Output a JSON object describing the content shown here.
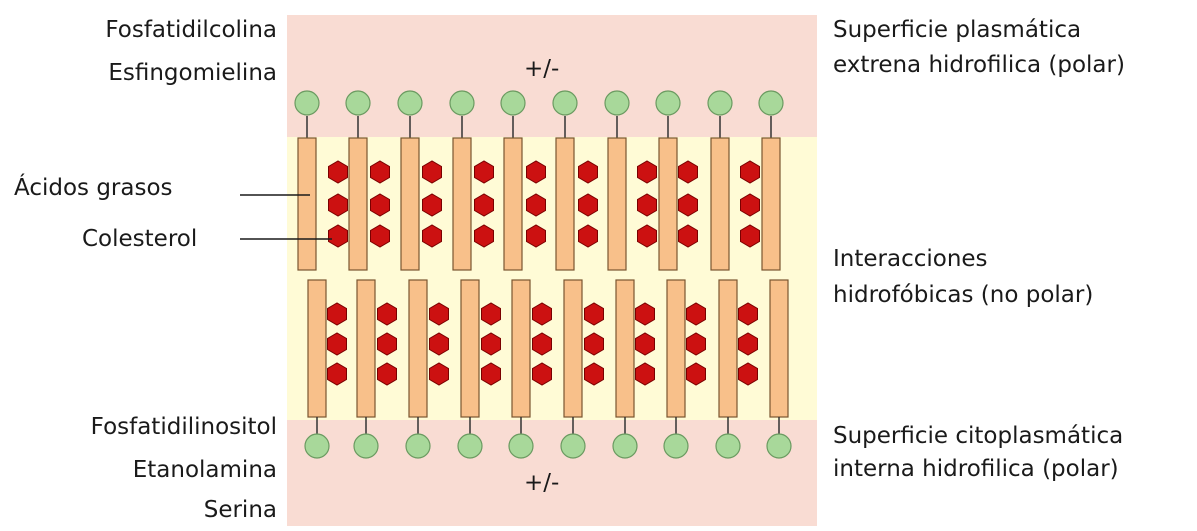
{
  "left_labels": {
    "top_1": "Fosfatidilcolina",
    "top_2": "Esfingomielina",
    "fatty_acids": "Ácidos grasos",
    "cholesterol": "Colesterol",
    "bottom_1": "Fosfatidilinositol",
    "bottom_2": "Etanolamina",
    "bottom_3": "Serina"
  },
  "right_labels": {
    "outer_surface_1": "Superficie plasmática",
    "outer_surface_2": "extrena hidrofilica (polar)",
    "hydrophobic_1": "Interacciones",
    "hydrophobic_2": "hidrofóbicas (no polar)",
    "inner_surface_1": "Superficie citoplasmática",
    "inner_surface_2": "interna hidrofilica (polar)"
  },
  "charges": {
    "top": "+/-",
    "bottom": "+/-"
  },
  "colors": {
    "polar_region": "#f9dcd3",
    "hydrophobic_region": "#fffbd6",
    "head_fill": "#a8d89a",
    "head_stroke": "#6a9a60",
    "tail_fill": "#f8c08a",
    "tail_stroke": "#7a5530",
    "cholesterol": "#cc1111",
    "cholesterol_stroke": "#7a0000"
  }
}
